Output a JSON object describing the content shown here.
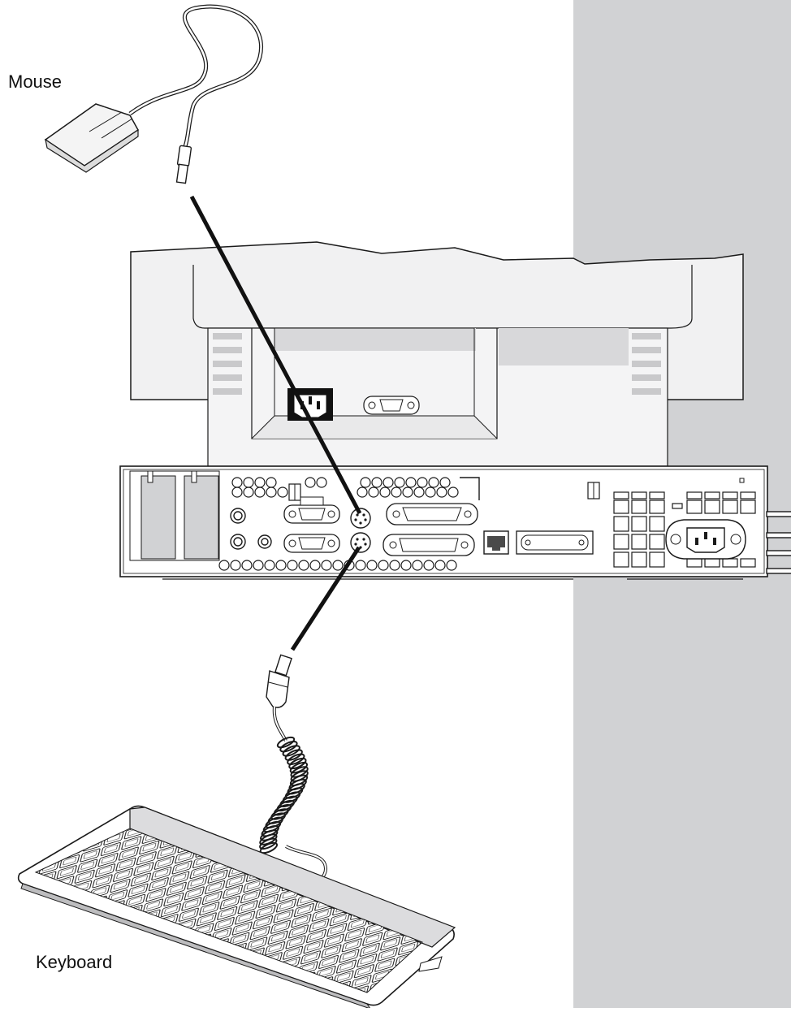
{
  "labels": {
    "mouse": "Mouse",
    "keyboard": "Keyboard"
  },
  "colors": {
    "background": "#ffffff",
    "side_panel": "#d1d2d4",
    "monitor_face": "#f1f1f2",
    "monitor_shade": "#d8d8da",
    "outline": "#1a1a1a",
    "connection_line": "#111111"
  },
  "components": [
    "mouse",
    "monitor",
    "system-unit",
    "keyboard"
  ],
  "connections": [
    {
      "from": "mouse",
      "to": "mouse-port"
    },
    {
      "from": "keyboard",
      "to": "keyboard-port"
    }
  ]
}
